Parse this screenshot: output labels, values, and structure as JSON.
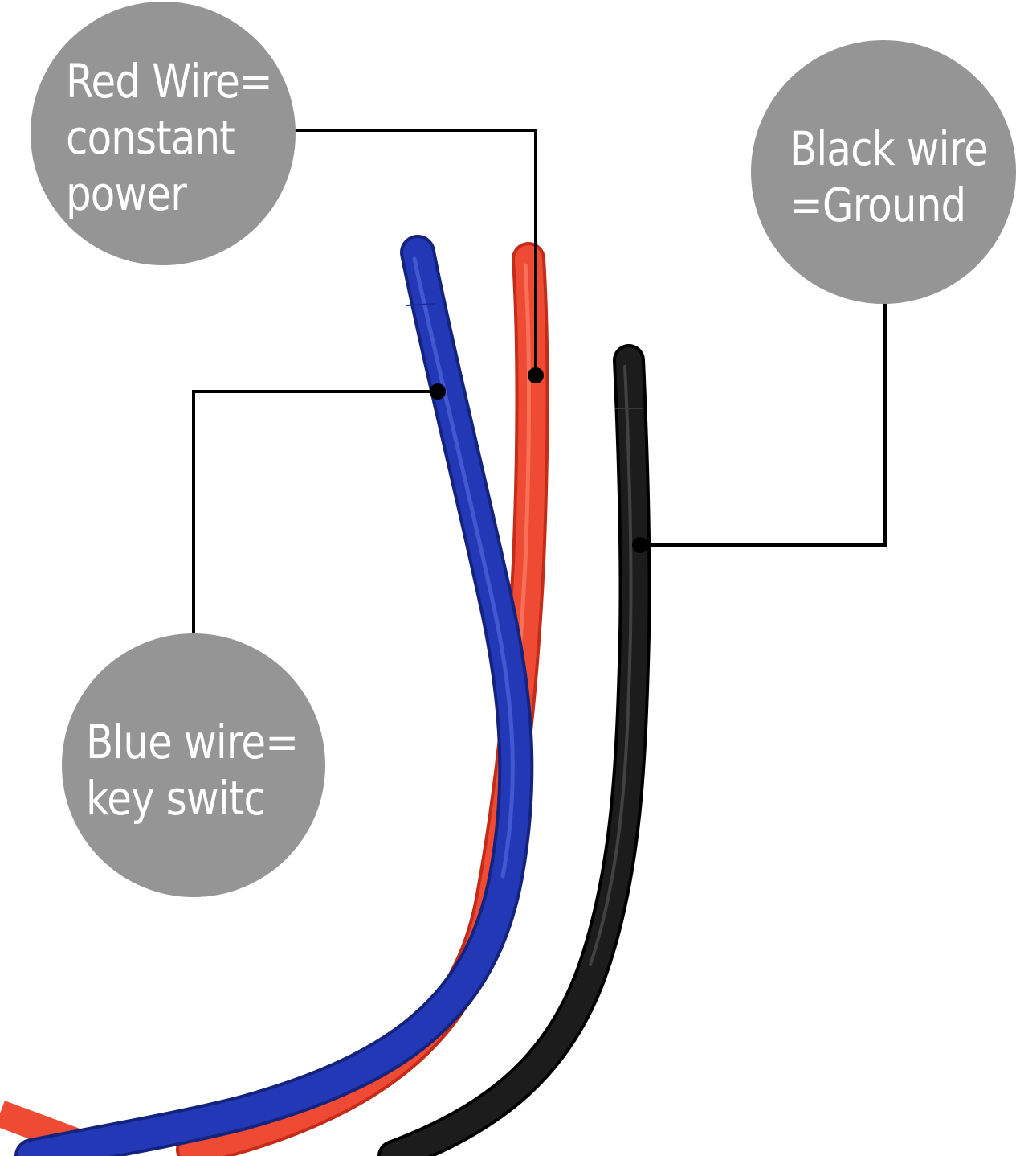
{
  "labels": {
    "red": {
      "lines": [
        "Red Wire=",
        "constant",
        "power"
      ]
    },
    "black": {
      "lines": [
        "Black wire",
        "=Ground"
      ]
    },
    "blue": {
      "lines": [
        "Blue wire=",
        "key switc"
      ]
    }
  },
  "colors": {
    "background": "#ffffff",
    "bubble": "#959595",
    "bubble_text": "#ffffff",
    "red_wire": "#ef4a33",
    "blue_wire": "#2338b6",
    "black_wire": "#151515",
    "leader_line": "#000000"
  }
}
